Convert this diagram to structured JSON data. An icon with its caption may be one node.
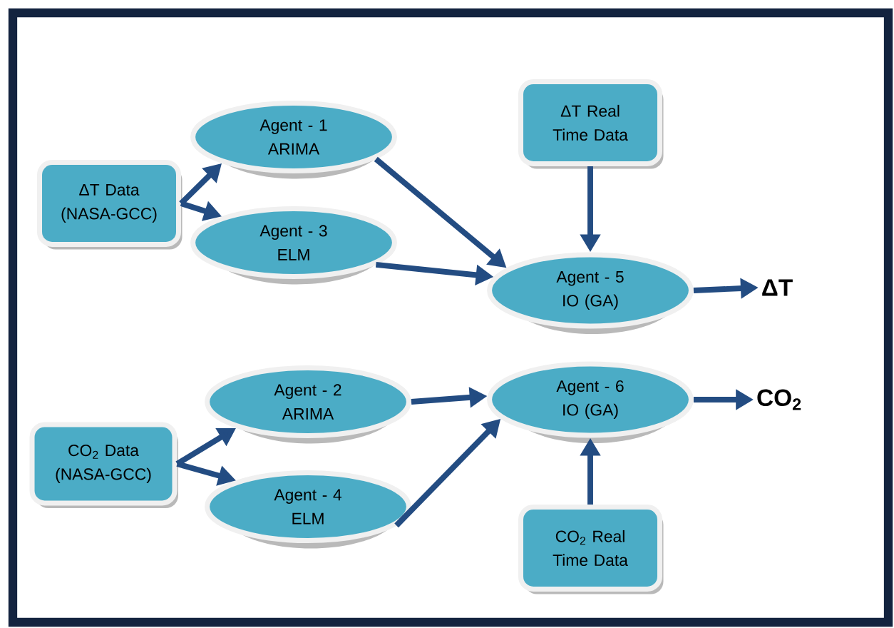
{
  "diagram": {
    "nodes": [
      {
        "text": [
          "ΔT Data (NASA-GCC)"
        ]
      },
      {
        "text": [
          "Agent - 1",
          "ARIMA"
        ]
      },
      {
        "text": [
          "Agent - 3",
          "ELM"
        ]
      },
      {
        "text": [
          "ΔT Real Time Data"
        ]
      },
      {
        "text": [
          "Agent - 5",
          "IO (GA)"
        ]
      },
      {
        "text": [
          "ΔT"
        ]
      },
      {
        "text": [
          "CO$_{2}$ Data (NASA-GCC)"
        ]
      },
      {
        "text": [
          "Agent - 2",
          "ARIMA"
        ]
      },
      {
        "text": [
          "Agent - 4",
          "ELM"
        ]
      },
      {
        "text": [
          "Agent - 6",
          "IO (GA)"
        ]
      },
      {
        "text": [
          "CO$_{2}$"
        ]
      },
      {
        "text": [
          "CO$_{2}$ Real Time Data"
        ]
      }
    ],
    "edges": [
      {
        "from": 0,
        "to": 1,
        "arrow": "to"
      },
      {
        "from": 0,
        "to": 2,
        "arrow": "to"
      },
      {
        "from": 1,
        "to": 4,
        "arrow": "to"
      },
      {
        "from": 2,
        "to": 4,
        "arrow": "to"
      },
      {
        "from": 3,
        "to": 4,
        "arrow": "to"
      },
      {
        "from": 4,
        "to": 5,
        "arrow": "to"
      },
      {
        "from": 6,
        "to": 7,
        "arrow": "to"
      },
      {
        "from": 6,
        "to": 8,
        "arrow": "to"
      },
      {
        "from": 7,
        "to": 9,
        "arrow": "to"
      },
      {
        "from": 8,
        "to": 9,
        "arrow": "to"
      },
      {
        "from": 11,
        "to": 9,
        "arrow": "to"
      },
      {
        "from": 9,
        "to": 10,
        "arrow": "to"
      }
    ]
  }
}
